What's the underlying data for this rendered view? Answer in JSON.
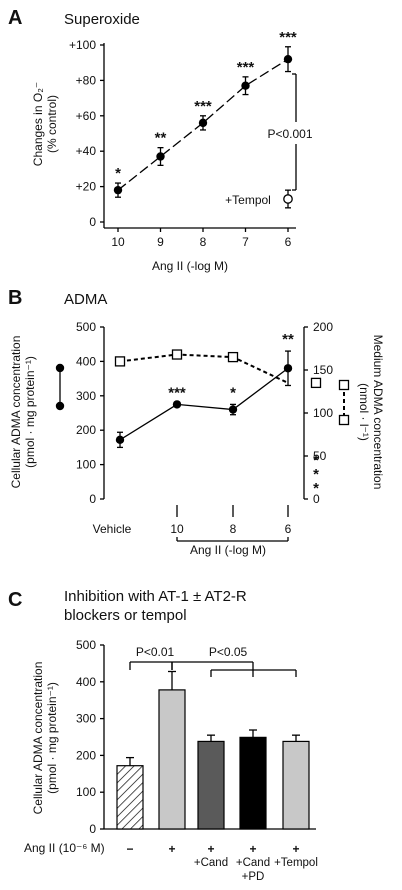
{
  "chart_data": [
    {
      "panel": "A",
      "type": "line",
      "title": "Superoxide",
      "ylabel_line1": "Changes in O₂⁻",
      "ylabel_line2": "(% control)",
      "xlabel": "Ang II (-log M)",
      "x_ticks": [
        "10",
        "9",
        "8",
        "7",
        "6"
      ],
      "y_ticks": [
        "0",
        "+20",
        "+40",
        "+60",
        "+80",
        "+100"
      ],
      "ylim": [
        0,
        100
      ],
      "series": [
        {
          "x": [
            10,
            9,
            8,
            7,
            6
          ],
          "values": [
            18,
            37,
            56,
            77,
            92
          ],
          "errors": [
            4,
            5,
            4,
            5,
            7
          ],
          "stars": [
            "*",
            "**",
            "***",
            "***",
            "***"
          ],
          "marker": "filled-circle",
          "line": "dashed"
        }
      ],
      "points": [
        {
          "label": "+Tempol",
          "x": 6,
          "value": 13,
          "error": 5,
          "marker": "open-circle"
        }
      ],
      "annotations": [
        {
          "text": "P<0.001"
        }
      ]
    },
    {
      "panel": "B",
      "type": "line",
      "title": "ADMA",
      "ylabel_left_line1": "Cellular ADMA concentration",
      "ylabel_left_line2": "(pmol · mg protein⁻¹)",
      "ylabel_right_line1": "Medium ADMA concentration",
      "ylabel_right_line2": "(nmol · l⁻¹)",
      "xlabel": "Ang II (-log M)",
      "x_ticks": [
        "Vehicle",
        "10",
        "8",
        "6"
      ],
      "y_ticks_left": [
        "0",
        "100",
        "200",
        "300",
        "400",
        "500"
      ],
      "y_ticks_right": [
        "0",
        "50",
        "100",
        "150",
        "200"
      ],
      "ylim_left": [
        0,
        500
      ],
      "ylim_right": [
        0,
        200
      ],
      "series": [
        {
          "axis": "left",
          "values": [
            172,
            275,
            260,
            380
          ],
          "errors": [
            22,
            0,
            15,
            50
          ],
          "stars": [
            "",
            "***",
            "*",
            "**"
          ],
          "marker": "filled-circle",
          "line": "solid"
        },
        {
          "axis": "right",
          "values": [
            160,
            168,
            165,
            135
          ],
          "stars": [
            "",
            "",
            "",
            "***"
          ],
          "marker": "open-square",
          "line": "dashed"
        }
      ]
    },
    {
      "panel": "C",
      "type": "bar",
      "title_line1": "Inhibition with AT-1 ± AT2-R",
      "title_line2": "blockers or tempol",
      "ylabel_line1": "Cellular ADMA concentration",
      "ylabel_line2": "(pmol · mg protein⁻¹)",
      "xlabel": "Ang II (10⁻⁶ M)",
      "y_ticks": [
        "0",
        "100",
        "200",
        "300",
        "400",
        "500"
      ],
      "ylim": [
        0,
        500
      ],
      "categories": [
        "−",
        "+",
        "+",
        "+",
        "+"
      ],
      "sublabels": [
        [],
        [],
        [
          "+Cand"
        ],
        [
          "+Cand",
          "+PD"
        ],
        [
          "+Tempol"
        ]
      ],
      "values": [
        172,
        378,
        238,
        249,
        238
      ],
      "errors": [
        22,
        50,
        17,
        20,
        17
      ],
      "fills": [
        "hatched",
        "#c8c8c8",
        "#5a5a5a",
        "#000000",
        "#c8c8c8"
      ],
      "annotations": [
        {
          "text": "P<0.01"
        },
        {
          "text": "P<0.05"
        }
      ]
    }
  ]
}
